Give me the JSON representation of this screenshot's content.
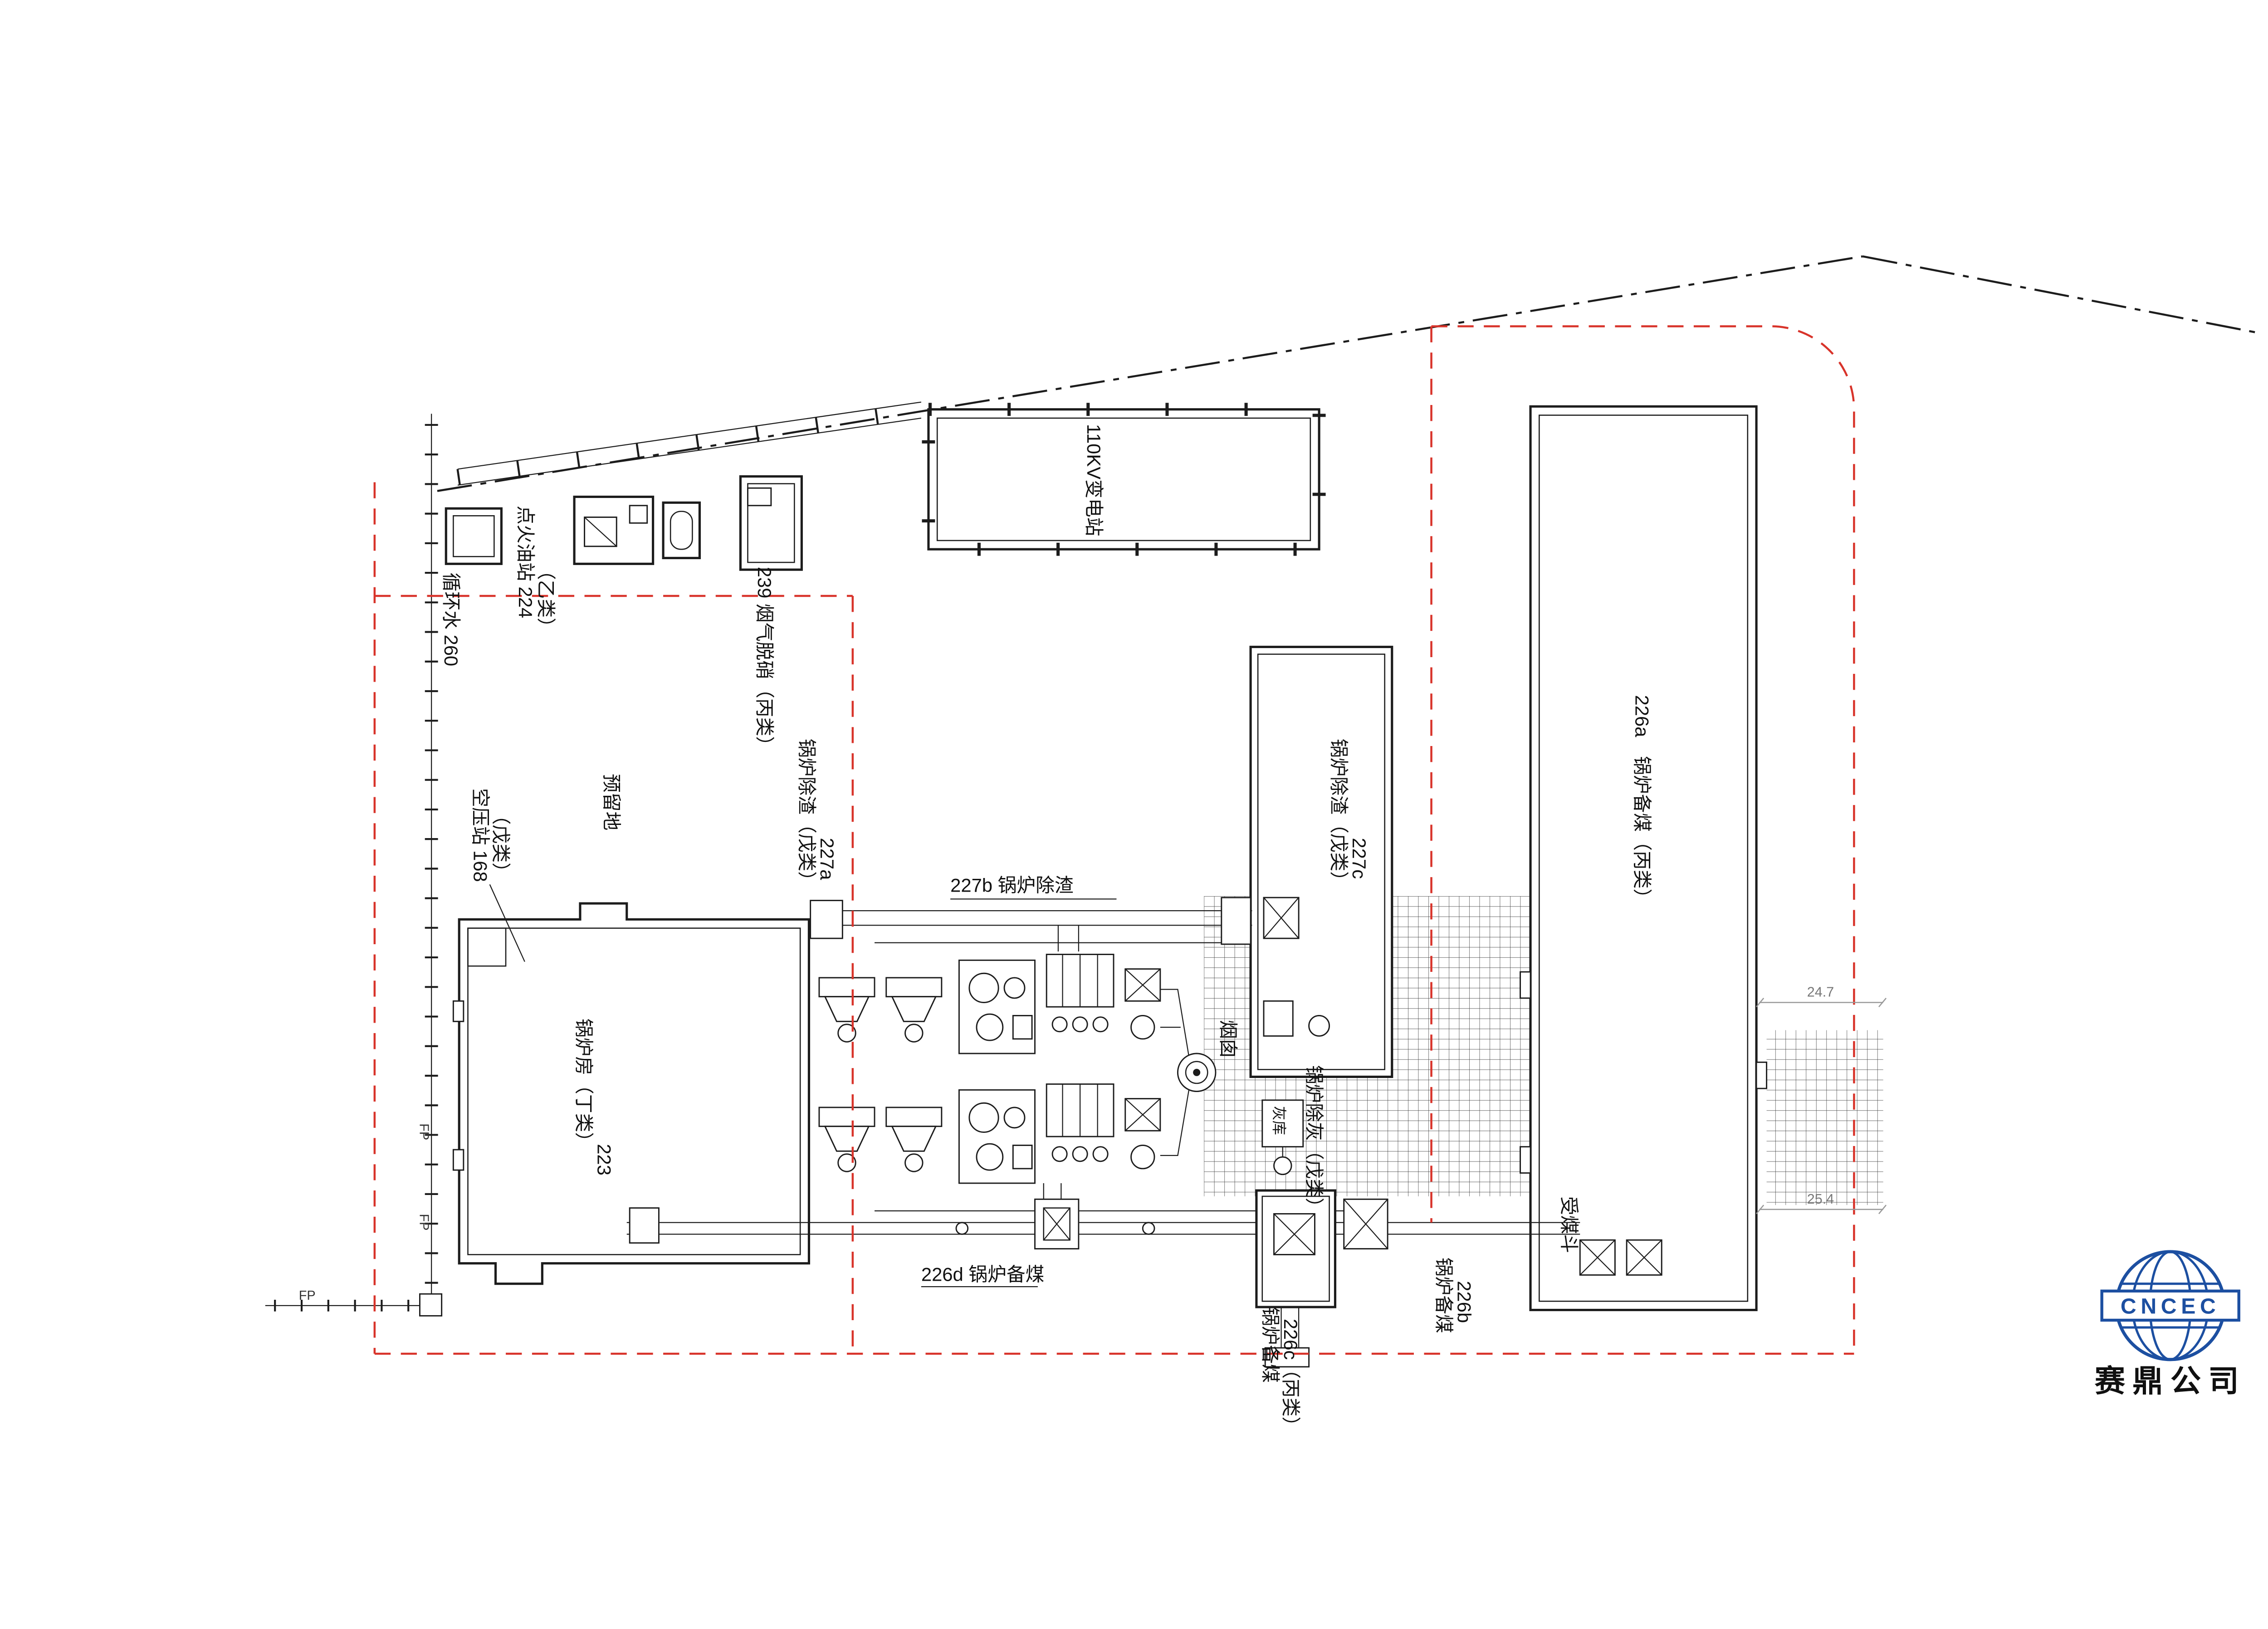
{
  "labels": {
    "substation_110kv": "110KV变电站",
    "ignition_oil_station": "点火油站 224",
    "ignition_oil_class": "（乙类）",
    "circulating_water": "循环水 260",
    "flue_gas_denitration": "239 烟气脱硝（丙类）",
    "slag_227a_name": "锅炉除渣（戊类）",
    "slag_227a_code": "227a",
    "air_compressor_station": "空压站 168",
    "air_compressor_class": "（戊类）",
    "reserved_land": "预留地",
    "boiler_house_name": "锅炉房（丁类）",
    "boiler_house_code": "223",
    "slag_conveyor_227b": "227b 锅炉除渣",
    "chimney": "烟囱",
    "slag_227c_name": "锅炉除渣（戊类）",
    "slag_227c_code": "227c",
    "ash_removal": "锅炉除灰（戊类）",
    "ash_silo": "灰库",
    "coal_prep_226a": "226a　锅炉备煤（丙类）",
    "coal_receiving_hopper": "受煤斗",
    "coal_conveyor_226d": "226d 锅炉备煤",
    "coal_226c_name": "锅炉备煤",
    "coal_226c_code": "226c（丙类）",
    "coal_226b_name": "锅炉备煤",
    "coal_226b_code": "226b",
    "fire_point_1": "FP",
    "fire_point_2": "FP",
    "fire_point_3": "FP"
  },
  "dimensions": {
    "dim_right_upper": "24.7",
    "dim_right_lower": "25.4"
  },
  "logo": {
    "acronym": "CNCEC",
    "company": "赛鼎公司"
  },
  "colors": {
    "boundary_red": "#d8332a",
    "ink": "#1c1c1c",
    "brand_blue": "#1c4fa1"
  }
}
